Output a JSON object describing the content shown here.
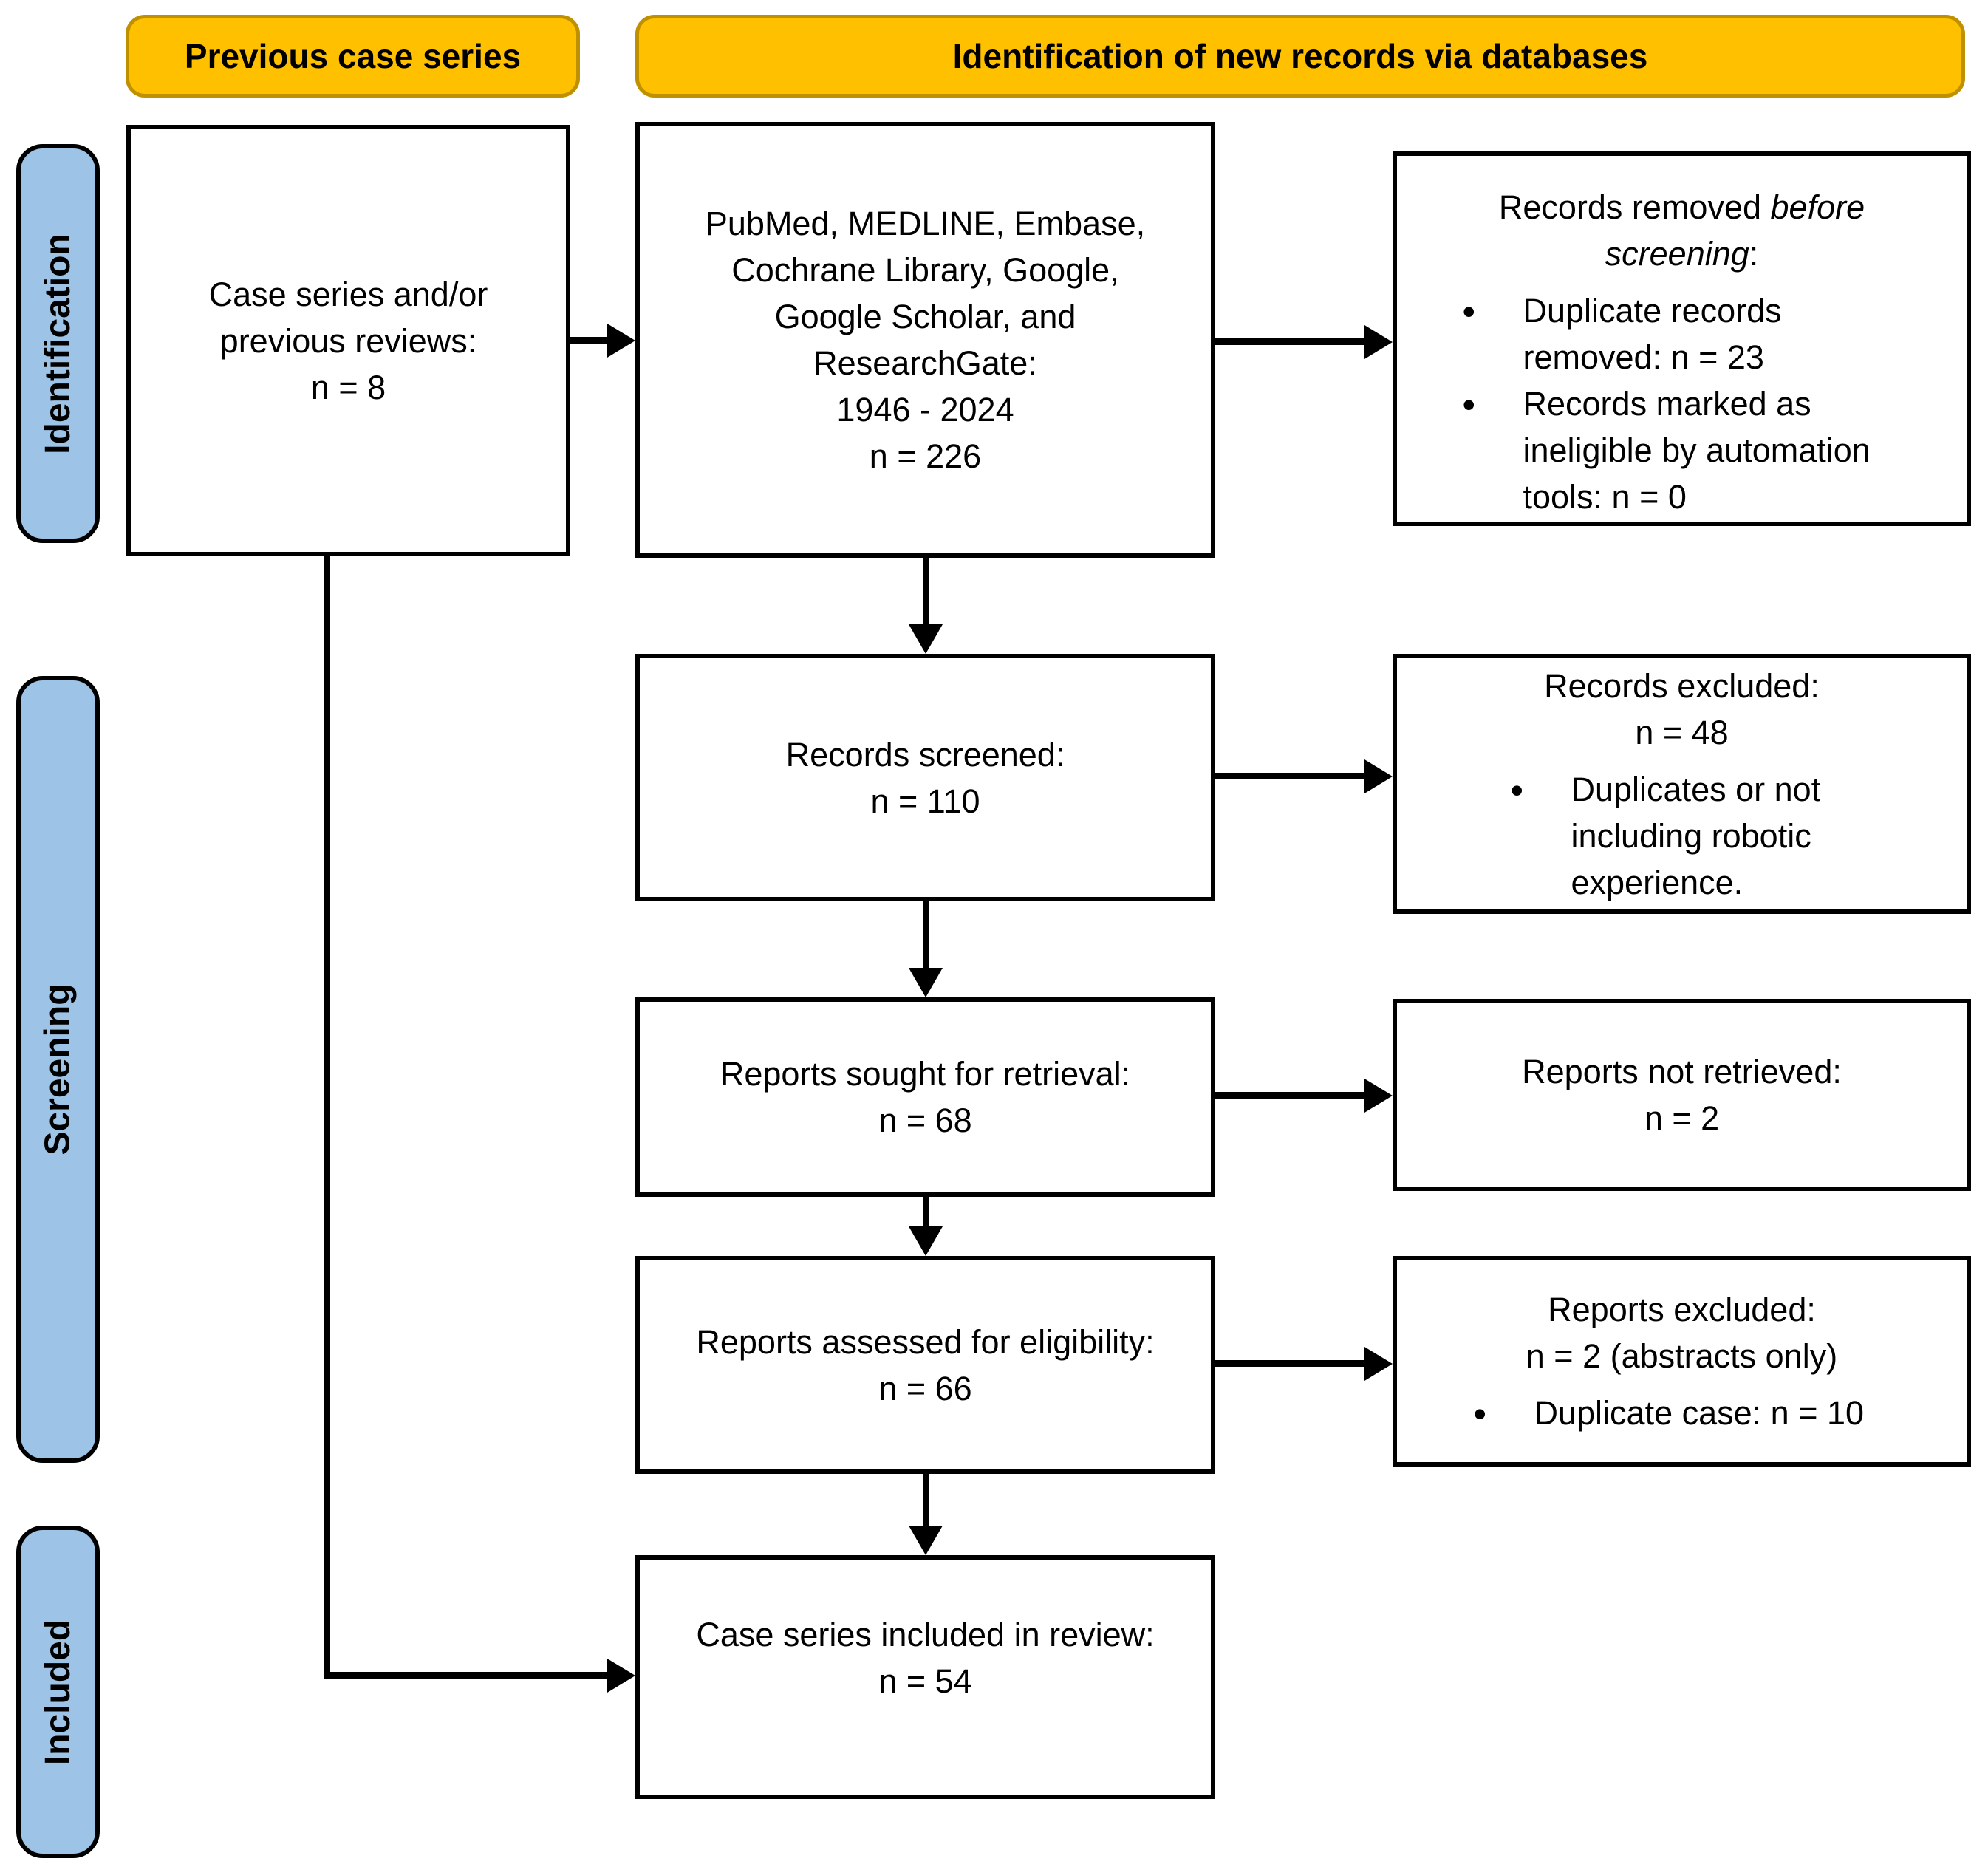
{
  "colors": {
    "header_fill": "#FFC000",
    "header_border": "#BF9000",
    "stage_fill": "#9DC3E6",
    "box_fill": "#FFFFFF",
    "line": "#000000",
    "text": "#000000"
  },
  "headers": {
    "previous": "Previous case series",
    "databases": "Identification of new records via databases"
  },
  "stages": {
    "identification": "Identification",
    "screening": "Screening",
    "included": "Included"
  },
  "boxes": {
    "previous_reviews": {
      "line1": "Case series and/or",
      "line2": "previous reviews:",
      "line3": "n = 8"
    },
    "database_search": {
      "line1": "PubMed, MEDLINE, Embase,",
      "line2": "Cochrane Library, Google,",
      "line3": "Google Scholar, and",
      "line4": "ResearchGate:",
      "line5": "1946 - 2024",
      "line6": "n = 226"
    },
    "records_removed": {
      "title_prefix": "Records removed ",
      "title_italic": "before screening",
      "title_suffix": ":",
      "bullet1": "Duplicate records removed: n = 23",
      "bullet2": "Records marked as ineligible by automation tools: n = 0"
    },
    "records_screened": {
      "line1": "Records screened:",
      "line2": "n = 110"
    },
    "records_excluded": {
      "line1": "Records excluded:",
      "line2": "n = 48",
      "bullet1": "Duplicates or not including robotic experience."
    },
    "reports_sought": {
      "line1": "Reports sought for retrieval:",
      "line2": "n = 68"
    },
    "reports_not_retrieved": {
      "line1": "Reports not retrieved:",
      "line2": "n = 2"
    },
    "reports_assessed": {
      "line1": "Reports assessed for eligibility:",
      "line2": "n = 66"
    },
    "reports_excluded": {
      "line1": "Reports excluded:",
      "line2": "n = 2 (abstracts only)",
      "bullet1": "Duplicate case: n = 10"
    },
    "included_review": {
      "line1": "Case series included in review:",
      "line2": "n = 54"
    }
  }
}
